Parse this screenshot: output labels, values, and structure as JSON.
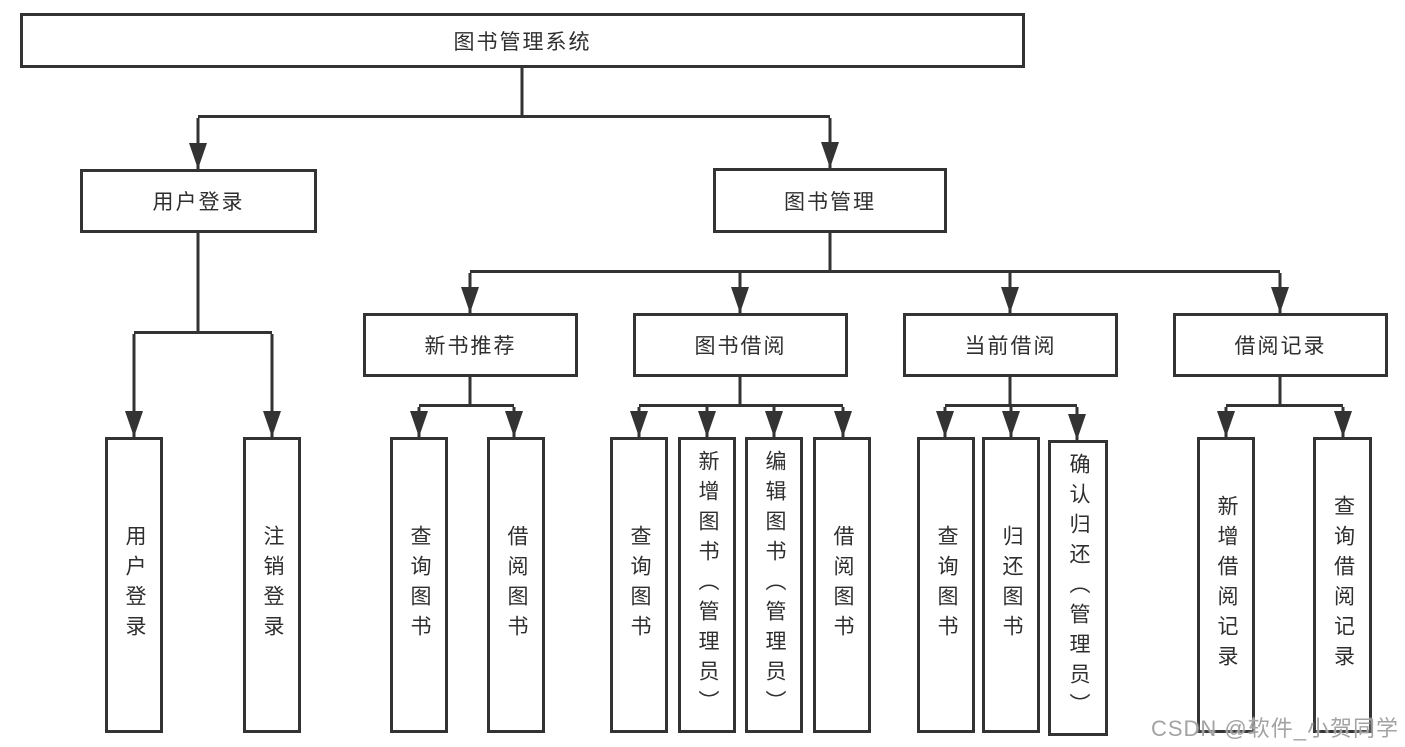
{
  "diagram": {
    "title_node": {
      "label": "图书管理系统"
    },
    "level2": [
      {
        "id": "user-login",
        "label": "用户登录"
      },
      {
        "id": "book-management",
        "label": "图书管理"
      }
    ],
    "level3": [
      {
        "id": "new-book-recommendation",
        "label": "新书推荐",
        "parent": "图书管理"
      },
      {
        "id": "book-borrowing",
        "label": "图书借阅",
        "parent": "图书管理"
      },
      {
        "id": "current-borrowing",
        "label": "当前借阅",
        "parent": "图书管理"
      },
      {
        "id": "borrowing-records",
        "label": "借阅记录",
        "parent": "图书管理"
      }
    ],
    "leaves": [
      {
        "label": "用户登录",
        "parent": "用户登录"
      },
      {
        "label": "注销登录",
        "parent": "用户登录"
      },
      {
        "label": "查询图书",
        "parent": "新书推荐"
      },
      {
        "label": "借阅图书",
        "parent": "新书推荐"
      },
      {
        "label": "查询图书",
        "parent": "图书借阅"
      },
      {
        "label": "新增图书（管理员）",
        "parent": "图书借阅"
      },
      {
        "label": "编辑图书（管理员）",
        "parent": "图书借阅"
      },
      {
        "label": "借阅图书",
        "parent": "图书借阅"
      },
      {
        "label": "查询图书",
        "parent": "当前借阅"
      },
      {
        "label": "归还图书",
        "parent": "当前借阅"
      },
      {
        "label": "确认归还（管理员）",
        "parent": "当前借阅"
      },
      {
        "label": "新增借阅记录",
        "parent": "借阅记录"
      },
      {
        "label": "查询借阅记录",
        "parent": "借阅记录"
      }
    ],
    "watermark": "CSDN @软件_小贺同学",
    "colors": {
      "line": "#333333",
      "box_border": "#333333",
      "box_fill": "#ffffff",
      "text": "#2f2f2f",
      "background": "#ffffff",
      "watermark": "#a3a3a3"
    }
  }
}
